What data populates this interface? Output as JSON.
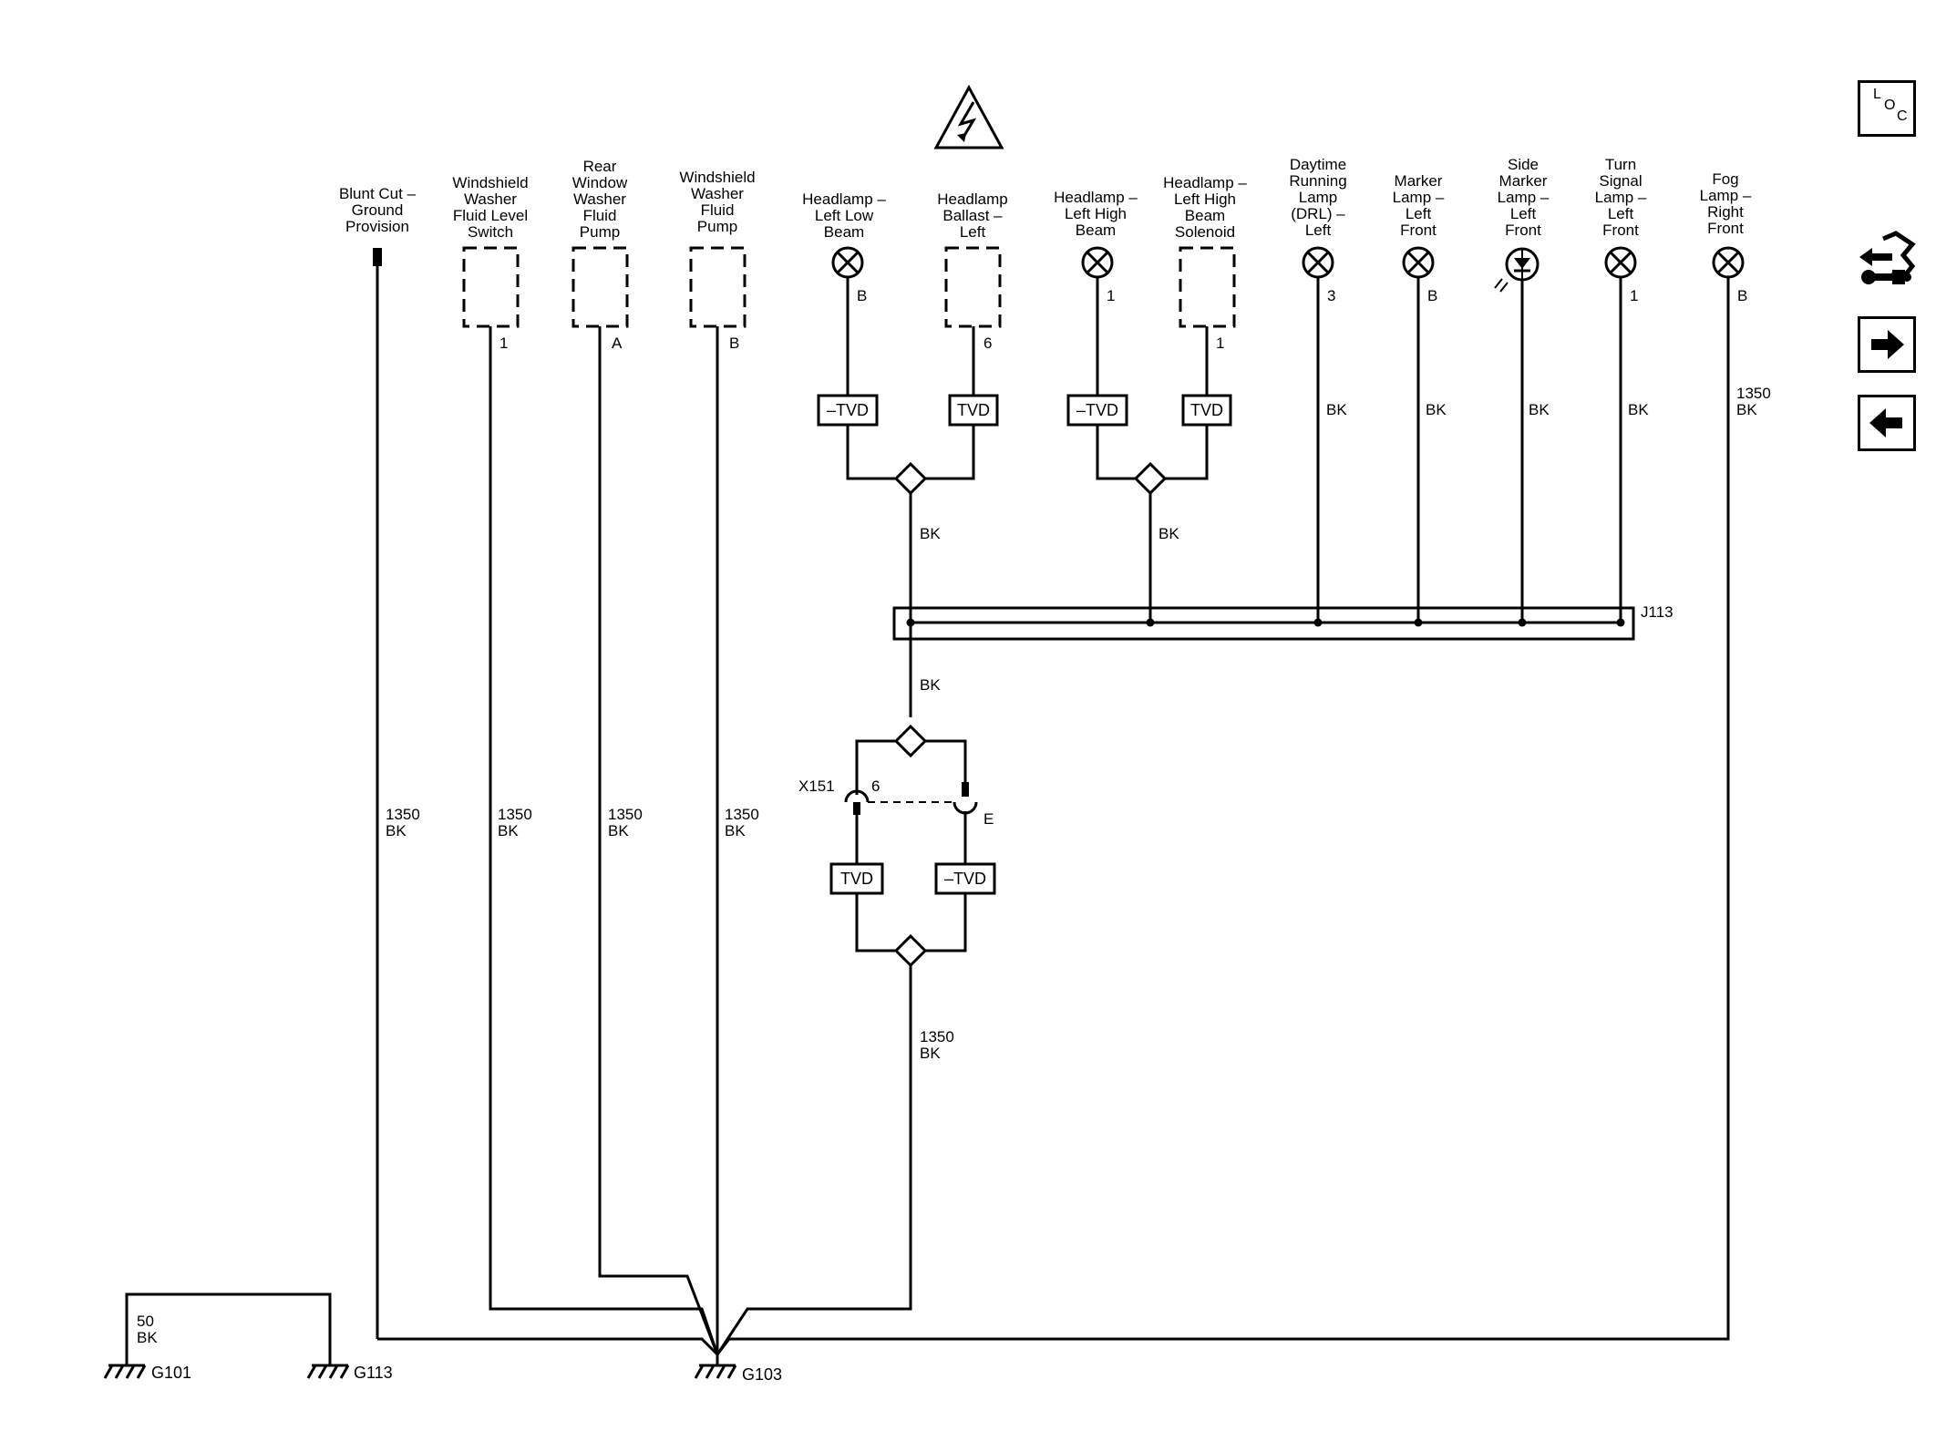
{
  "components": {
    "blunt_cut": "Blunt Cut –\nGround\nProvision",
    "ws_level": "Windshield\nWasher\nFluid Level\nSwitch",
    "rear_pump": "Rear\nWindow\nWasher\nFluid\nPump",
    "ws_pump": "Windshield\nWasher\nFluid\nPump",
    "hl_low": "Headlamp –\nLeft Low\nBeam",
    "hl_ballast": "Headlamp\nBallast –\nLeft",
    "hl_high": "Headlamp –\nLeft High\nBeam",
    "hl_solenoid": "Headlamp –\nLeft High\nBeam\nSolenoid",
    "drl": "Daytime\nRunning\nLamp\n(DRL) –\nLeft",
    "marker": "Marker\nLamp –\nLeft\nFront",
    "side_marker": "Side\nMarker\nLamp –\nLeft\nFront",
    "turn": "Turn\nSignal\nLamp –\nLeft\nFront",
    "fog": "Fog\nLamp –\nRight\nFront"
  },
  "pins": {
    "ws_level": "1",
    "rear_pump": "A",
    "ws_pump": "B",
    "hl_low": "B",
    "hl_ballast": "6",
    "hl_high": "1",
    "hl_solenoid": "1",
    "drl": "3",
    "marker": "B",
    "turn": "1",
    "fog": "B"
  },
  "tvd": {
    "neg": "–TVD",
    "pos": "TVD"
  },
  "wires": {
    "gauge": "1350",
    "color": "BK",
    "ground_strap_gauge": "50"
  },
  "splice": {
    "j113": "J113"
  },
  "connector": {
    "name": "X151",
    "pin_left": "6",
    "pin_right": "E"
  },
  "grounds": {
    "g101": "G101",
    "g113": "G113",
    "g103": "G103"
  },
  "nav": {
    "loc_letters": [
      "L",
      "O",
      "C"
    ],
    "icons": [
      "loc-icon",
      "harness-connector-icon",
      "next-arrow-icon",
      "previous-arrow-icon"
    ]
  }
}
